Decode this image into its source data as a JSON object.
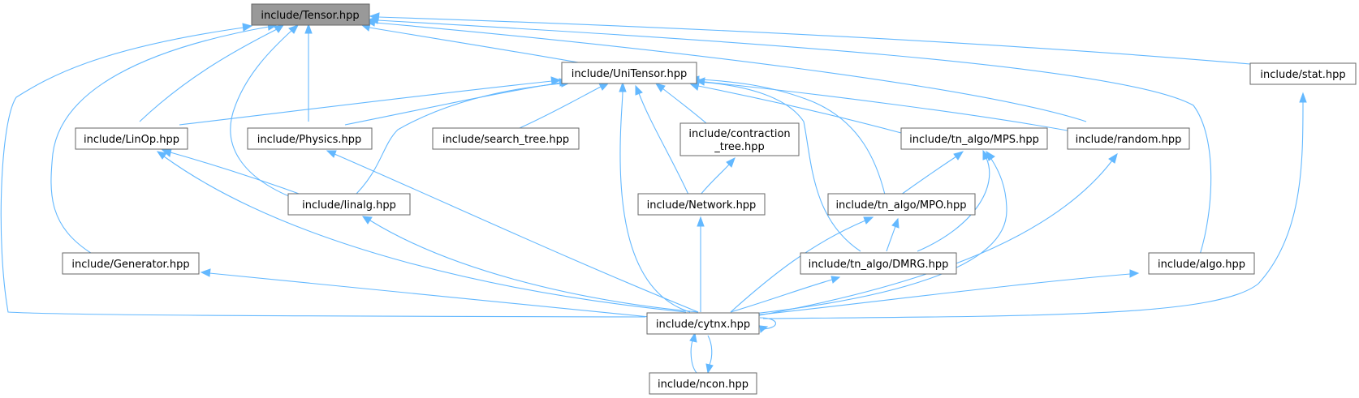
{
  "diagram": {
    "type": "include-dependency-graph",
    "nodes": {
      "tensor": "include/Tensor.hpp",
      "unitensor": "include/UniTensor.hpp",
      "stat": "include/stat.hpp",
      "linop": "include/LinOp.hpp",
      "physics": "include/Physics.hpp",
      "search_tree": "include/search_tree.hpp",
      "contraction_tree": [
        "include/contraction",
        "_tree.hpp"
      ],
      "mps": "include/tn_algo/MPS.hpp",
      "random": "include/random.hpp",
      "linalg": "include/linalg.hpp",
      "network": "include/Network.hpp",
      "mpo": "include/tn_algo/MPO.hpp",
      "generator": "include/Generator.hpp",
      "dmrg": "include/tn_algo/DMRG.hpp",
      "algo": "include/algo.hpp",
      "cytnx": "include/cytnx.hpp",
      "ncon": "include/ncon.hpp"
    },
    "edges": [
      {
        "from": "unitensor",
        "to": "tensor"
      },
      {
        "from": "stat",
        "to": "tensor"
      },
      {
        "from": "linop",
        "to": "tensor"
      },
      {
        "from": "physics",
        "to": "tensor"
      },
      {
        "from": "random",
        "to": "tensor"
      },
      {
        "from": "linalg",
        "to": "tensor"
      },
      {
        "from": "generator",
        "to": "tensor"
      },
      {
        "from": "algo",
        "to": "tensor"
      },
      {
        "from": "cytnx",
        "to": "tensor"
      },
      {
        "from": "linop",
        "to": "unitensor"
      },
      {
        "from": "physics",
        "to": "unitensor"
      },
      {
        "from": "search_tree",
        "to": "unitensor"
      },
      {
        "from": "contraction_tree",
        "to": "unitensor"
      },
      {
        "from": "mps",
        "to": "unitensor"
      },
      {
        "from": "random",
        "to": "unitensor"
      },
      {
        "from": "linalg",
        "to": "unitensor"
      },
      {
        "from": "network",
        "to": "unitensor"
      },
      {
        "from": "mpo",
        "to": "unitensor"
      },
      {
        "from": "dmrg",
        "to": "unitensor"
      },
      {
        "from": "cytnx",
        "to": "unitensor"
      },
      {
        "from": "linalg",
        "to": "linop"
      },
      {
        "from": "cytnx",
        "to": "linop"
      },
      {
        "from": "cytnx",
        "to": "physics"
      },
      {
        "from": "network",
        "to": "contraction_tree"
      },
      {
        "from": "mpo",
        "to": "mps"
      },
      {
        "from": "dmrg",
        "to": "mps"
      },
      {
        "from": "cytnx",
        "to": "mps"
      },
      {
        "from": "cytnx",
        "to": "random"
      },
      {
        "from": "cytnx",
        "to": "linalg"
      },
      {
        "from": "cytnx",
        "to": "network"
      },
      {
        "from": "dmrg",
        "to": "mpo"
      },
      {
        "from": "cytnx",
        "to": "mpo"
      },
      {
        "from": "cytnx",
        "to": "generator"
      },
      {
        "from": "cytnx",
        "to": "dmrg"
      },
      {
        "from": "cytnx",
        "to": "algo"
      },
      {
        "from": "cytnx",
        "to": "stat"
      },
      {
        "from": "cytnx",
        "to": "cytnx"
      },
      {
        "from": "ncon",
        "to": "cytnx"
      },
      {
        "from": "cytnx",
        "to": "ncon"
      }
    ]
  }
}
